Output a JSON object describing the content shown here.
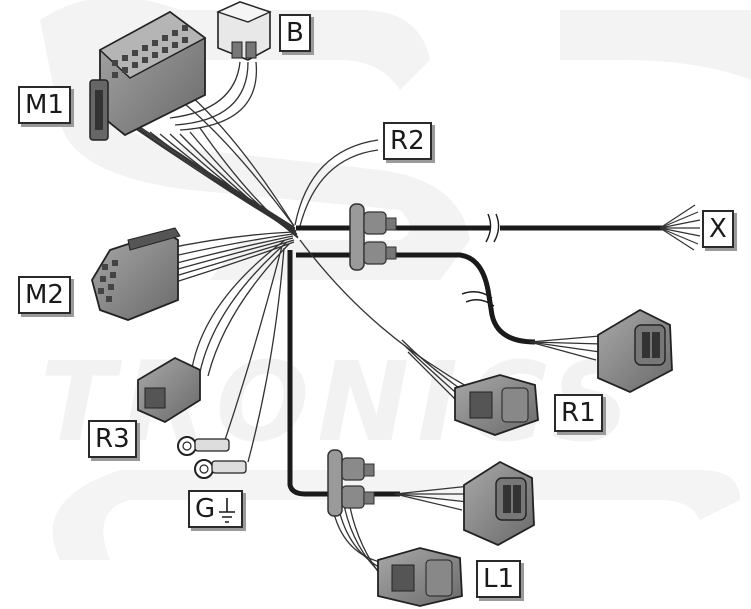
{
  "diagram": {
    "labels": {
      "m1": "M1",
      "b": "B",
      "r2": "R2",
      "x": "X",
      "m2": "M2",
      "r1": "R1",
      "r3": "R3",
      "g": "G",
      "l1": "L1"
    },
    "watermark_text": "TRONICS",
    "colors": {
      "wire_thick": "#1a1a1a",
      "wire_thin": "#333333",
      "connector_body": "#8c8c8c",
      "connector_dark": "#555555",
      "watermark": "#f0f0f0"
    }
  }
}
